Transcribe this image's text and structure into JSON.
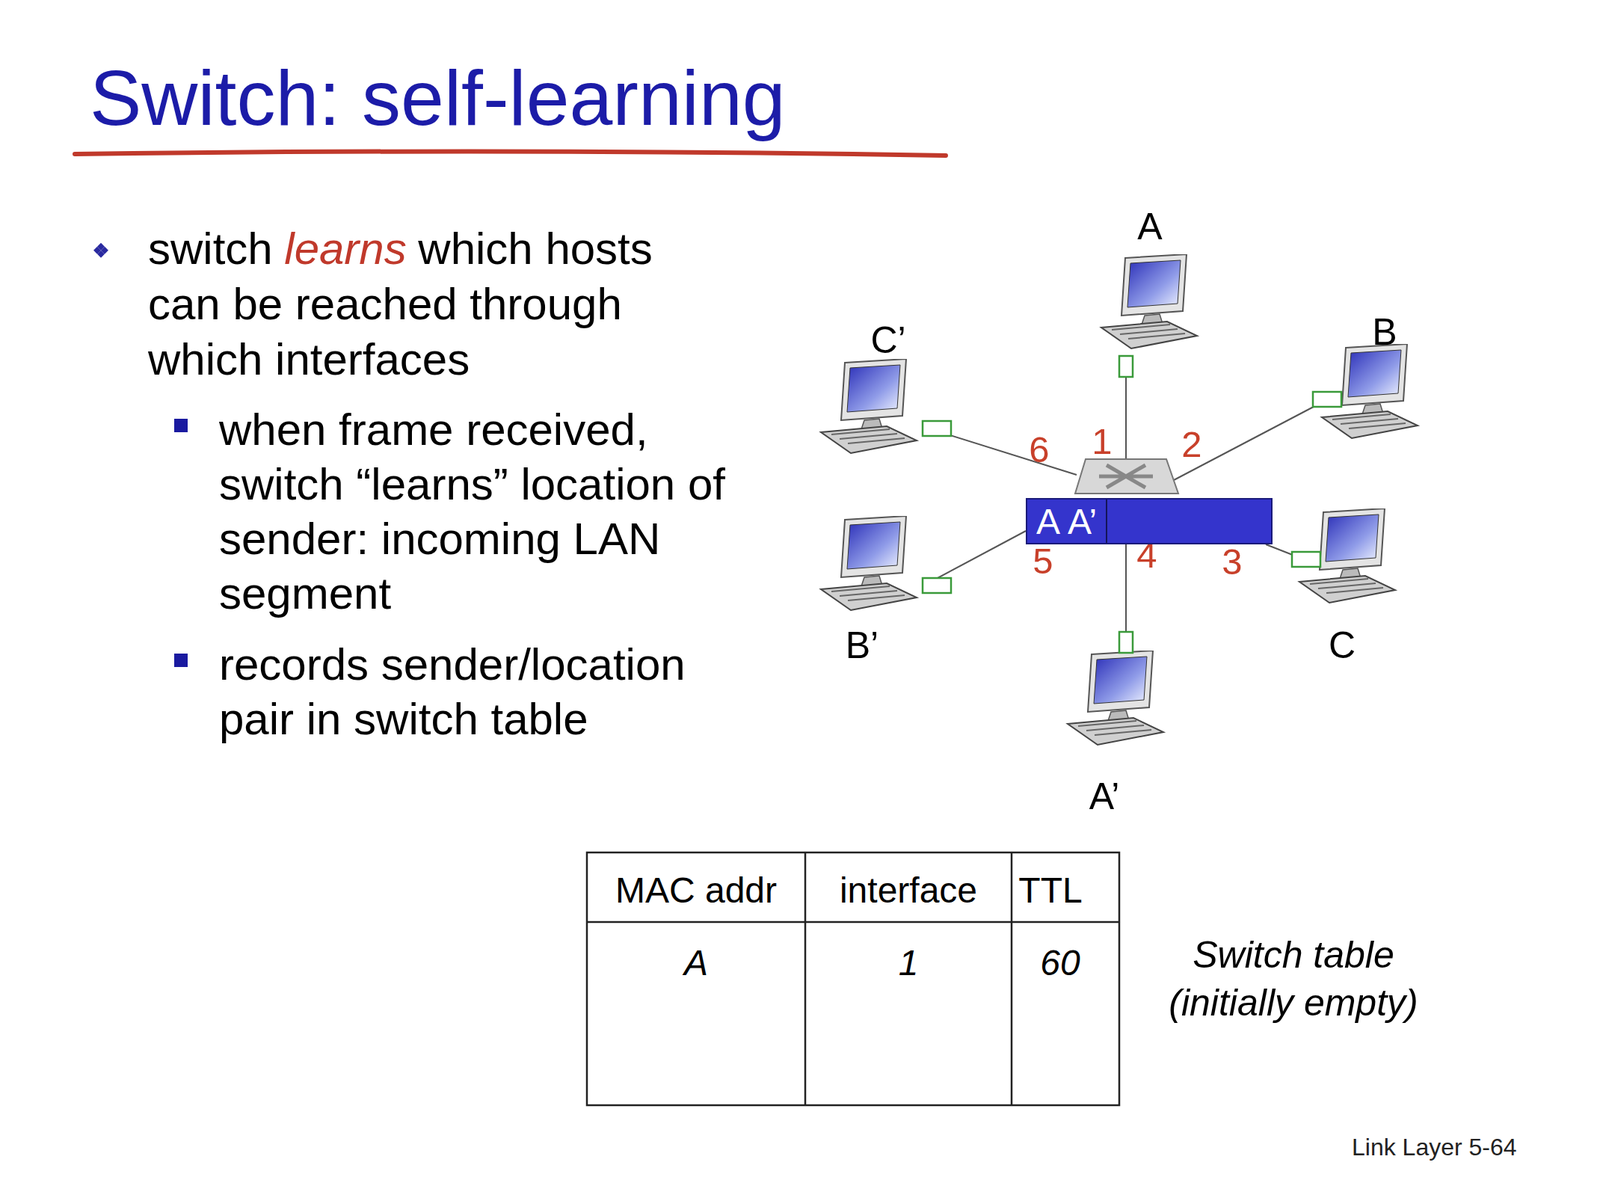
{
  "diagram": {
    "title": "Switch: self-learning",
    "nodes": [
      {
        "text": [
          "A",
          "A’"
        ]
      }
    ],
    "labels": [
      "switch",
      "learns",
      "which hosts can be reached through which interfaces",
      "when frame received, switch “learns” location of sender: incoming LAN segment",
      "records sender/location pair in switch table",
      "A",
      "B",
      "C",
      "A’",
      "B’",
      "C’",
      "1",
      "2",
      "3",
      "4",
      "5",
      "6",
      "MAC addr",
      "interface",
      "TTL",
      "A",
      "1",
      "60",
      "Switch table (initially empty)",
      "Link Layer 5-64"
    ]
  }
}
